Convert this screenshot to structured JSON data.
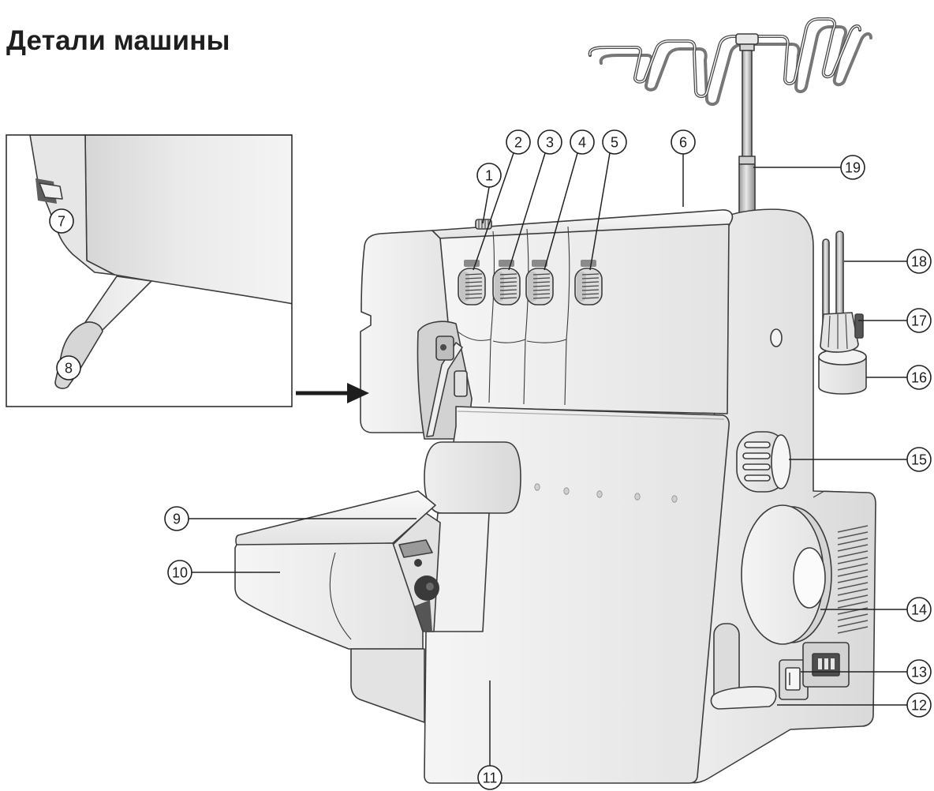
{
  "title": "Детали машины",
  "callouts": [
    "1",
    "2",
    "3",
    "4",
    "5",
    "6",
    "7",
    "8",
    "9",
    "10",
    "11",
    "12",
    "13",
    "14",
    "15",
    "16",
    "17",
    "18",
    "19"
  ],
  "colors": {
    "outline": "#3c3c3c",
    "body": "#ebebeb",
    "label_stroke": "#222222"
  }
}
